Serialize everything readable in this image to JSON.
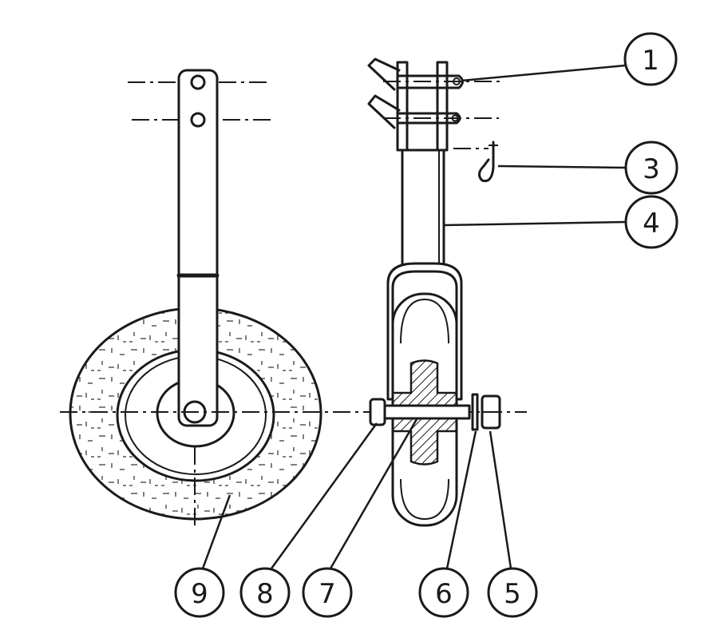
{
  "callouts": [
    {
      "id": "1",
      "label": "1"
    },
    {
      "id": "3",
      "label": "3"
    },
    {
      "id": "4",
      "label": "4"
    },
    {
      "id": "5",
      "label": "5"
    },
    {
      "id": "6",
      "label": "6"
    },
    {
      "id": "7",
      "label": "7"
    },
    {
      "id": "8",
      "label": "8"
    },
    {
      "id": "9",
      "label": "9"
    }
  ]
}
